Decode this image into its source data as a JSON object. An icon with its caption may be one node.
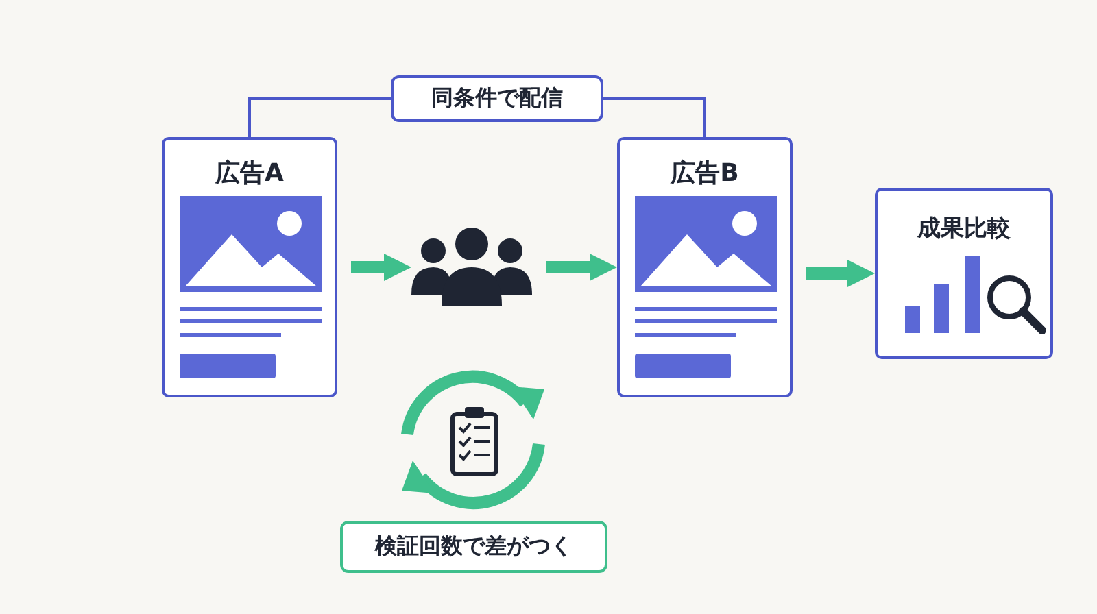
{
  "diagram": {
    "nodes": [
      {
        "text": [
          "広告A"
        ]
      },
      {
        "text": [],
        "shape": "person"
      },
      {
        "text": [
          "広告B"
        ]
      },
      {
        "text": [
          "成果比較"
        ]
      },
      {
        "text": [
          "同条件で配信"
        ]
      },
      {
        "text": [
          "検証回数で差がつく"
        ]
      }
    ],
    "edges": [
      {
        "from": 0,
        "to": 1,
        "arrow": "to"
      },
      {
        "from": 1,
        "to": 2,
        "arrow": "to"
      },
      {
        "from": 2,
        "to": 3,
        "arrow": "to"
      },
      {
        "from": 4,
        "to": 0,
        "arrow": "none",
        "color": "#4b57c9"
      },
      {
        "from": 4,
        "to": 2,
        "arrow": "none",
        "color": "#4b57c9"
      }
    ]
  }
}
